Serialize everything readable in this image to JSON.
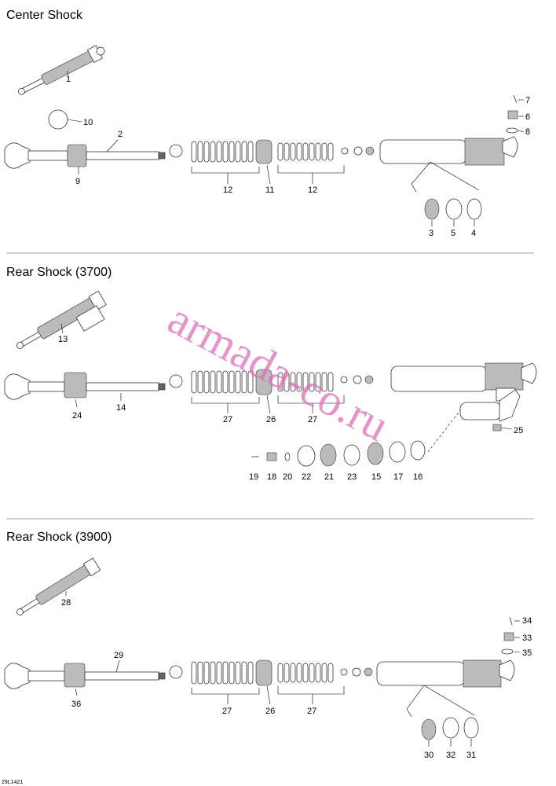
{
  "sections": [
    {
      "title": "Center Shock"
    },
    {
      "title": "Rear Shock (3700)"
    },
    {
      "title": "Rear Shock (3900)"
    }
  ],
  "callouts": {
    "c1": "1",
    "c2": "2",
    "c3": "3",
    "c4": "4",
    "c5": "5",
    "c6": "6",
    "c7": "7",
    "c8": "8",
    "c9": "9",
    "c10": "10",
    "c11": "11",
    "c12a": "12",
    "c12b": "12",
    "c13": "13",
    "c14": "14",
    "c15": "15",
    "c16": "16",
    "c17": "17",
    "c18": "18",
    "c19": "19",
    "c20": "20",
    "c21": "21",
    "c22": "22",
    "c23": "23",
    "c24": "24",
    "c25": "25",
    "c26a": "26",
    "c26b": "26",
    "c27a": "27",
    "c27b": "27",
    "c27c": "27",
    "c27d": "27",
    "c28": "28",
    "c29": "29",
    "c30": "30",
    "c31": "31",
    "c32": "32",
    "c33": "33",
    "c34": "34",
    "c35": "35",
    "c36": "36"
  },
  "watermark": "armada-co.ru",
  "doc_id": "29L1421"
}
